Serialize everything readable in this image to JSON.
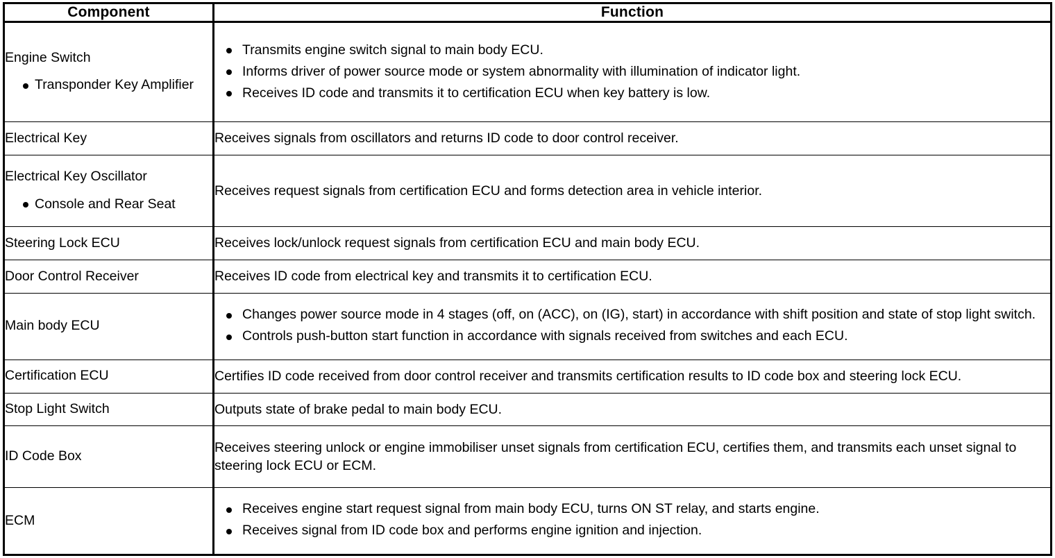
{
  "table": {
    "headers": {
      "component": "Component",
      "function": "Function"
    },
    "rows": [
      {
        "component": "Engine Switch",
        "component_sub": [
          "Transponder Key Amplifier"
        ],
        "function_type": "bullets",
        "function_items": [
          "Transmits engine switch signal to main body ECU.",
          "Informs driver of power source mode or system abnormality with illumination of indicator light.",
          "Receives ID code and transmits it to certification ECU when key battery is low."
        ]
      },
      {
        "component": "Electrical Key",
        "component_sub": [],
        "function_type": "plain",
        "function_items": [
          "Receives signals from oscillators and returns ID code to door control receiver."
        ]
      },
      {
        "component": "Electrical Key Oscillator",
        "component_sub": [
          "Console and Rear Seat"
        ],
        "function_type": "plain",
        "function_items": [
          "Receives request signals from certification ECU and forms detection area in vehicle interior."
        ]
      },
      {
        "component": "Steering Lock ECU",
        "component_sub": [],
        "function_type": "plain",
        "function_items": [
          "Receives lock/unlock request signals from certification ECU and main body ECU."
        ]
      },
      {
        "component": "Door Control Receiver",
        "component_sub": [],
        "function_type": "plain",
        "function_items": [
          "Receives ID code from electrical key and transmits it to certification ECU."
        ]
      },
      {
        "component": "Main body ECU",
        "component_sub": [],
        "function_type": "bullets",
        "function_items": [
          "Changes power source mode in 4 stages (off, on (ACC), on (IG), start) in accordance with shift position and state of stop light switch.",
          "Controls push-button start function in accordance with signals received from switches and each ECU."
        ]
      },
      {
        "component": "Certification ECU",
        "component_sub": [],
        "function_type": "plain",
        "function_items": [
          "Certifies ID code received from door control receiver and transmits certification results to ID code box and steering lock ECU."
        ]
      },
      {
        "component": "Stop Light Switch",
        "component_sub": [],
        "function_type": "plain",
        "function_items": [
          "Outputs state of brake pedal to main body ECU."
        ]
      },
      {
        "component": "ID Code Box",
        "component_sub": [],
        "function_type": "plain",
        "function_items": [
          "Receives steering unlock or engine immobiliser unset signals from certification ECU, certifies them, and transmits each unset signal to steering lock ECU or ECM."
        ]
      },
      {
        "component": "ECM",
        "component_sub": [],
        "function_type": "bullets",
        "function_items": [
          "Receives engine start request signal from main body ECU, turns ON ST relay, and starts engine.",
          "Receives signal from ID code box and performs engine ignition and injection."
        ]
      }
    ]
  }
}
